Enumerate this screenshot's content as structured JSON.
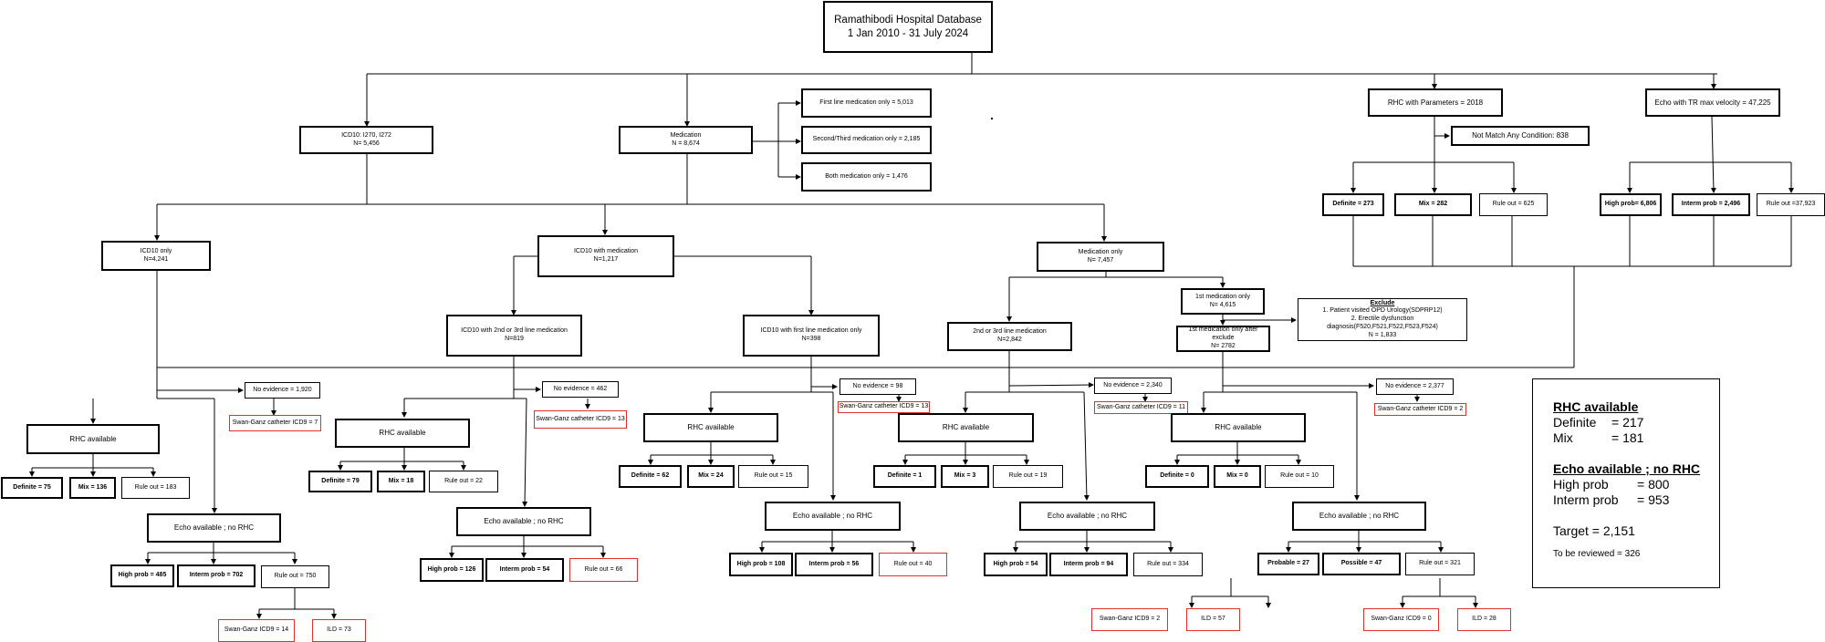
{
  "root": {
    "title": "Ramathibodi Hospital Database",
    "subtitle": "1 Jan 2010 - 31 July  2024"
  },
  "icd10": "ICD10: I270, I272\nN= 5,456",
  "medication": "Medication\nN = 8,674",
  "med_first_line": "First line medication only = 5,013",
  "med_second_third": "Second/Third medication only = 2,185",
  "med_both": "Both medication only = 1,476",
  "rhc_params": "RHC with Parameters = 2018",
  "echo_tr": "Echo with TR max velocity = 47,225",
  "not_match": "Not Match Any Condition: 838",
  "rhc_definite": "Definite = 273",
  "rhc_mix": "Mix = 282",
  "rhc_ruleout": "Rule out = 625",
  "echo_high": "High prob= 6,806",
  "echo_interm": "Interm prob = 2,496",
  "echo_ruleout": "Rule out =37,923",
  "icd10_only": "ICD10 only\nN=4,241",
  "icd10_with_med": "ICD10 with medication\nN=1,217",
  "med_only": "Medication only\nN= 7,457",
  "icd10_2nd3rd": "ICD10 with 2nd or 3rd line medication\nN=819",
  "icd10_first": "ICD10 with first line medication only\nN=398",
  "second_third": "2nd or 3rd line medication\nN=2,842",
  "first_only": "1st medication only\nN= 4,615",
  "first_after_exclude": "1st medication only after exclude\nN= 2782",
  "exclude": {
    "title": "Exclude",
    "line1": "1. Patient visited OPD Urology(SDPRP12)",
    "line2": "2. Erectile dysfunction",
    "line3": "diagnosis(F520,F521,F522,F523,F524)",
    "line4": "N = 1,833"
  },
  "branches": [
    {
      "no_evidence": "No evidence = 1,920",
      "swan": "Swan-Ganz catheter ICD9 = 7",
      "rhc": "RHC available",
      "definite": "Definite = 75",
      "mix": "Mix = 136",
      "rhc_ruleout": "Rule out = 183",
      "echo": "Echo available  ; no RHC",
      "high": "High prob = 485",
      "interm": "Interm prob = 702",
      "echo_ruleout": "Rule out = 750",
      "sub1": "Swan-Ganz ICD9 = 14",
      "sub2": "ILD = 73"
    },
    {
      "no_evidence": "No evidence = 462",
      "swan": "Swan-Ganz catheter ICD9 = 13",
      "rhc": "RHC available",
      "definite": "Definite = 79",
      "mix": "Mix = 18",
      "rhc_ruleout": "Rule out = 22",
      "echo": "Echo available  ; no RHC",
      "high": "High prob = 126",
      "interm": "Interm prob = 54",
      "echo_ruleout": "Rule out = 66"
    },
    {
      "no_evidence": "No evidence = 98",
      "swan": "Swan-Ganz catheter ICD9 = 13",
      "rhc": "RHC available",
      "definite": "Definite = 62",
      "mix": "Mix = 24",
      "rhc_ruleout": "Rule out = 15",
      "echo": "Echo available  ; no RHC",
      "high": "High prob = 108",
      "interm": "Interm prob = 56",
      "echo_ruleout": "Rule out = 40"
    },
    {
      "no_evidence": "No evidence = 2,340",
      "swan": "Swan-Ganz catheter ICD9 = 11",
      "rhc": "RHC available",
      "definite": "Definite = 1",
      "mix": "Mix = 3",
      "rhc_ruleout": "Rule out = 19",
      "echo": "Echo available  ; no RHC",
      "high": "High prob = 54",
      "interm": "Interm prob = 94",
      "echo_ruleout": "Rule out = 334",
      "sub1": "Swan-Ganz ICD9 = 2",
      "sub2": "ILD = 57"
    },
    {
      "no_evidence": "No evidence = 2,377",
      "swan": "Swan-Ganz catheter ICD9 = 2",
      "rhc": "RHC available",
      "definite": "Definite = 0",
      "mix": "Mix = 0",
      "rhc_ruleout": "Rule out = 10",
      "echo": "Echo available  ; no RHC",
      "high": "Probable = 27",
      "interm": "Possible = 47",
      "echo_ruleout": "Rule out = 321",
      "sub1": "Swan-Ganz ICD9 = 0",
      "sub2": "ILD = 28"
    }
  ],
  "summary": {
    "rhc_header": "RHC available",
    "definite_label": "Definite",
    "definite_value": "= 217",
    "mix_label": "Mix",
    "mix_value": "= 181",
    "echo_header": "Echo available ; no RHC",
    "high_label": "High prob",
    "high_value": "= 800",
    "interm_label": "Interm prob",
    "interm_value": "= 953",
    "target": "Target = 2,151",
    "review": "To be reviewed = 326"
  }
}
